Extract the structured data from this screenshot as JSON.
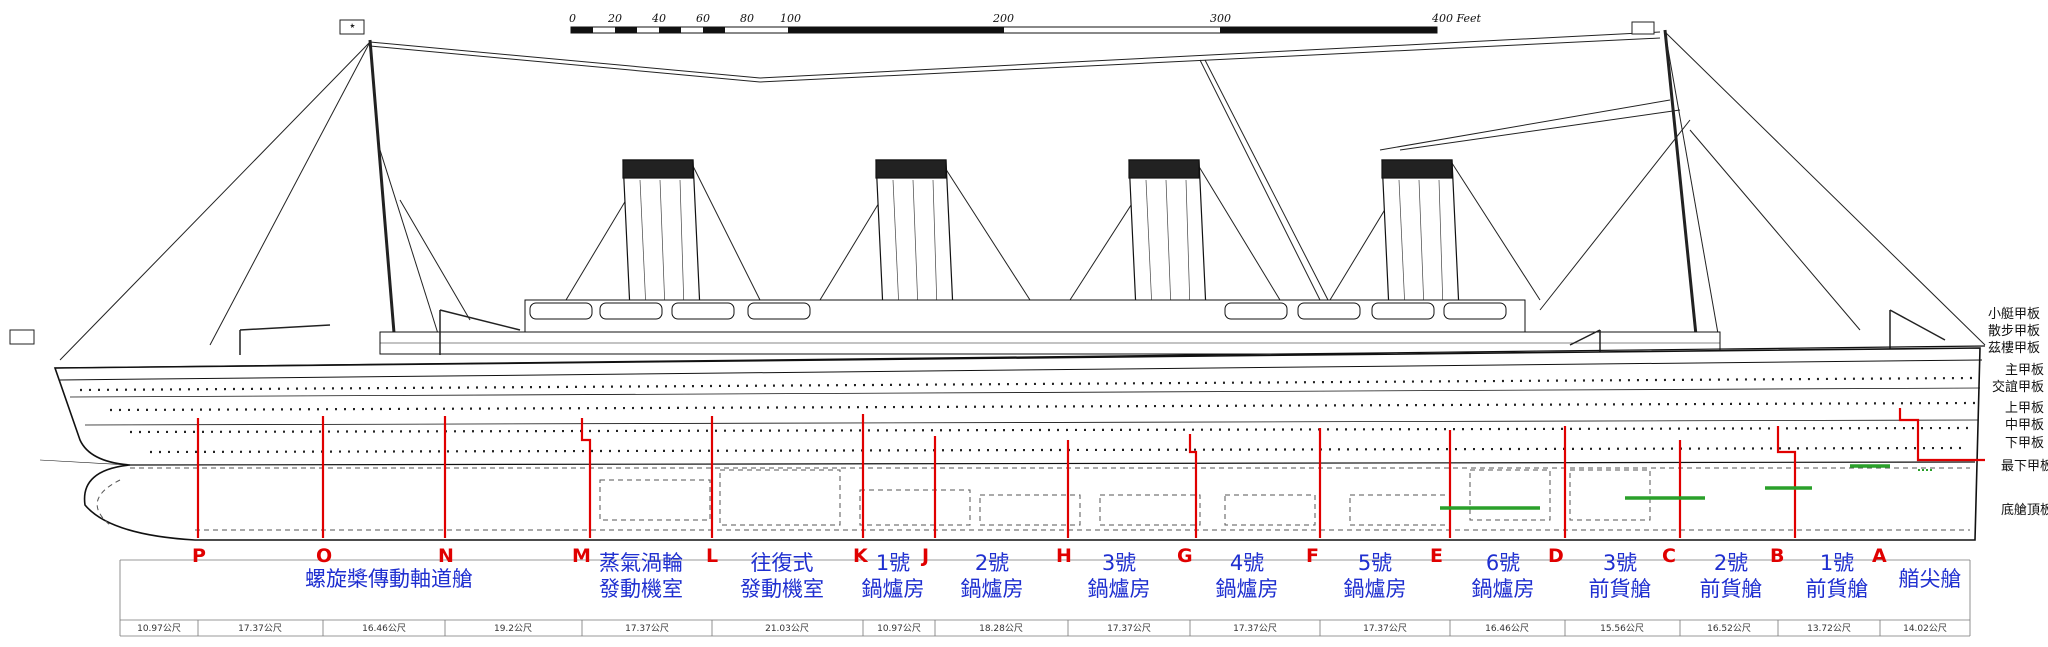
{
  "scale_bar": {
    "ticks": [
      "0",
      "20",
      "40",
      "60",
      "80",
      "100",
      "200",
      "300",
      "400 Feet"
    ]
  },
  "deck_labels": [
    "小艇甲板",
    "散步甲板",
    "茲樓甲板",
    "主甲板",
    "交誼甲板",
    "上甲板",
    "中甲板",
    "下甲板",
    "最下甲板",
    "底艙頂板"
  ],
  "bulkheads": [
    "P",
    "O",
    "N",
    "M",
    "L",
    "K",
    "J",
    "H",
    "G",
    "F",
    "E",
    "D",
    "C",
    "B",
    "A"
  ],
  "compartments": [
    {
      "line1": "螺旋槳傳動軸道艙",
      "line2": ""
    },
    {
      "line1": "蒸氣渦輪",
      "line2": "發動機室"
    },
    {
      "line1": "往復式",
      "line2": "發動機室"
    },
    {
      "line1": "1號",
      "line2": "鍋爐房"
    },
    {
      "line1": "2號",
      "line2": "鍋爐房"
    },
    {
      "line1": "3號",
      "line2": "鍋爐房"
    },
    {
      "line1": "4號",
      "line2": "鍋爐房"
    },
    {
      "line1": "5號",
      "line2": "鍋爐房"
    },
    {
      "line1": "6號",
      "line2": "鍋爐房"
    },
    {
      "line1": "3號",
      "line2": "前貨艙"
    },
    {
      "line1": "2號",
      "line2": "前貨艙"
    },
    {
      "line1": "1號",
      "line2": "前貨艙"
    },
    {
      "line1": "艏尖艙",
      "line2": ""
    }
  ],
  "lengths": [
    "10.97公尺",
    "17.37公尺",
    "16.46公尺",
    "19.2公尺",
    "17.37公尺",
    "21.03公尺",
    "10.97公尺",
    "18.28公尺",
    "17.37公尺",
    "17.37公尺",
    "17.37公尺",
    "16.46公尺",
    "15.56公尺",
    "16.52公尺",
    "13.72公尺",
    "14.02公尺"
  ],
  "colors": {
    "bulkhead": "#e00000",
    "label": "#1f2fd0",
    "waterline": "#2aa02a",
    "ink": "#111111"
  }
}
